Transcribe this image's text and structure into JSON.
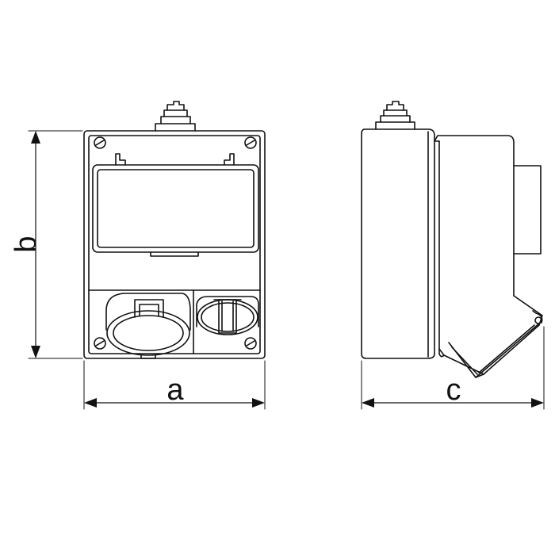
{
  "dimension_labels": {
    "width": "a",
    "height": "b",
    "depth": "c"
  },
  "colors": {
    "line": "#111111",
    "background": "#ffffff",
    "fill": "#ffffff"
  }
}
